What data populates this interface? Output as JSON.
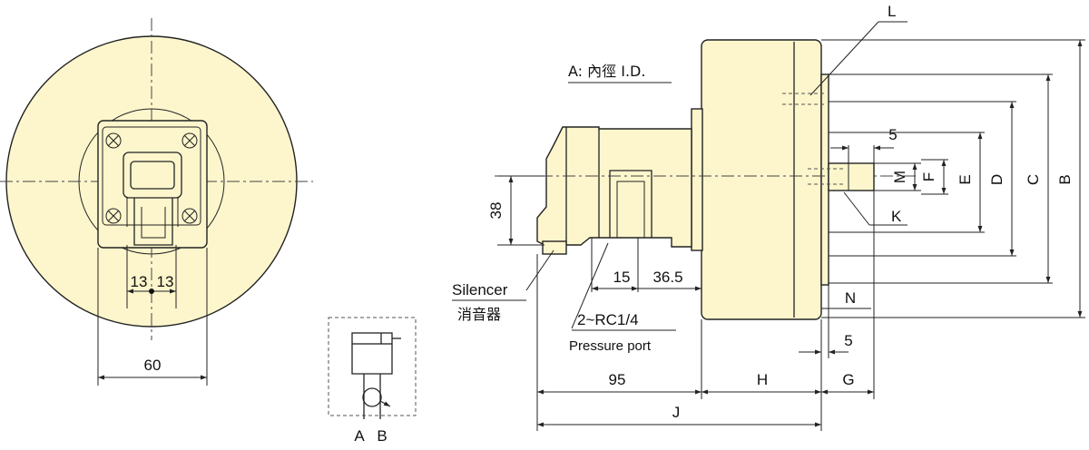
{
  "heading": {
    "id_label": "A: 內徑 I.D."
  },
  "front_view": {
    "dim_left": "13",
    "dim_right": "13",
    "dim_width": "60"
  },
  "side_view": {
    "dim_height_38": "38",
    "dim_15": "15",
    "dim_36_5": "36.5",
    "dim_95": "95",
    "dim_5_top": "5",
    "dim_5_bottom": "5",
    "letters": {
      "L": "L",
      "K": "K",
      "M": "M",
      "F": "F",
      "E": "E",
      "D": "D",
      "C": "C",
      "B": "B",
      "N": "N",
      "H": "H",
      "G": "G",
      "J": "J"
    }
  },
  "callouts": {
    "silencer_en": "Silencer",
    "silencer_cn": "消音器",
    "port_size": "2~RC1/4",
    "port_name": "Pressure port"
  },
  "symbol": {
    "port_a": "A",
    "port_b": "B"
  }
}
